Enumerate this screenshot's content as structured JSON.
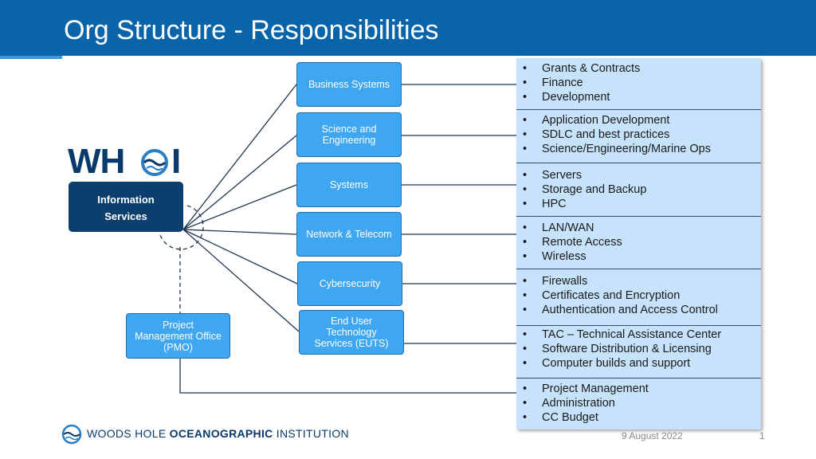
{
  "slide": {
    "title": "Org Structure - Responsibilities",
    "date": "9 August  2022",
    "page_number": "1"
  },
  "colors": {
    "header_blue": "#0a64a9",
    "navy_box": "#0c3e6e",
    "dept_box": "#3fa6f2",
    "resp_panel": "#c6e3fb"
  },
  "logo": {
    "letters_left": "WH",
    "letter_right": "I",
    "icon": "wave-o-icon"
  },
  "hub": {
    "line1": "Information",
    "line2": "Services"
  },
  "departments": [
    {
      "label": "Business  Systems"
    },
    {
      "label": "Science and\nEngineering"
    },
    {
      "label": "Systems"
    },
    {
      "label": "Network  &  Telecom"
    },
    {
      "label": "Cybersecurity"
    },
    {
      "label": "End User\nTechnology\nServices  (EUTS)"
    }
  ],
  "pmo": {
    "label": "Project\nManagement  Office\n(PMO)"
  },
  "responsibilities": [
    {
      "items": [
        "Grants & Contracts",
        "Finance",
        "Development"
      ]
    },
    {
      "items": [
        "Application Development",
        "SDLC and best practices",
        "Science/Engineering/Marine Ops"
      ]
    },
    {
      "items": [
        "Servers",
        "Storage and Backup",
        "HPC"
      ]
    },
    {
      "items": [
        "LAN/WAN",
        "Remote Access",
        "Wireless"
      ]
    },
    {
      "items": [
        "Firewalls",
        "Certificates and Encryption",
        "Authentication and Access Control"
      ]
    },
    {
      "items": [
        "TAC – Technical Assistance Center",
        "Software Distribution & Licensing",
        "Computer builds and support"
      ]
    },
    {
      "items": [
        "Project Management",
        "Administration",
        "CC Budget"
      ]
    }
  ],
  "footer": {
    "part1": "WOODS HOLE ",
    "part2": "OCEANOGRAPHIC",
    "part3": " INSTITUTION",
    "icon": "wave-logo-icon"
  }
}
